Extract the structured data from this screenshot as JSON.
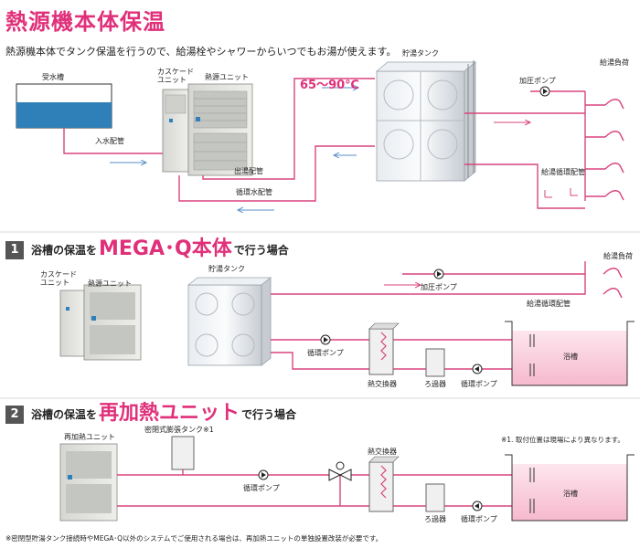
{
  "header": {
    "title": "熱源機本体保温",
    "description": "熱源機本体でタンク保温を行うので、給湯栓やシャワーからいつでもお湯が使えます。"
  },
  "diagram1": {
    "water_tank": "受水槽",
    "inlet_pipe": "入水配管",
    "cascade_unit": "カスケード\nユニット",
    "heat_unit": "熱源ユニット",
    "outlet_pipe": "出湯配管",
    "circ_water_pipe": "循環水配管",
    "temperature": "65～90℃",
    "storage_tank": "貯湯タンク",
    "booster_pump": "加圧ポンプ",
    "supply_load": "給湯負荷",
    "supply_circ_pipe": "給湯循環配管"
  },
  "section1": {
    "num": "1",
    "pre": "浴槽の保温を",
    "big": "MEGA･Q本体",
    "post": "で行う場合",
    "cascade_unit": "カスケード\nユニット",
    "heat_unit": "熱源ユニット",
    "storage_tank": "貯湯タンク",
    "booster_pump": "加圧ポンプ",
    "supply_circ_pipe": "給湯循環配管",
    "supply_load": "給湯負荷",
    "circ_pump_left": "循環ポンプ",
    "heat_exchanger": "熱交換器",
    "filter": "ろ過器",
    "circ_pump_right": "循環ポンプ",
    "bathtub": "浴槽"
  },
  "section2": {
    "num": "2",
    "pre": "浴槽の保温を",
    "big": "再加熱ユニット",
    "post": "で行う場合",
    "reheat_unit": "再加熱ユニット",
    "expansion_tank": "密閉式膨張タンク※1",
    "note1": "※1. 取付位置は現場により異なります。",
    "circ_pump_left": "循環ポンプ",
    "heat_exchanger": "熱交換器",
    "filter": "ろ過器",
    "circ_pump_right": "循環ポンプ",
    "bathtub": "浴槽"
  },
  "footer": {
    "note": "※密閉型貯湯タンク接続時やMEGA･Q以外のシステムでご使用される場合は、再加熱ユニットの単独設置改装が必要です。"
  },
  "colors": {
    "accent": "#e0307a",
    "pipe": "#d8447f",
    "arrow": "#5a8fc8",
    "water": "#2f7fb8",
    "tank": "#cfd4da"
  }
}
